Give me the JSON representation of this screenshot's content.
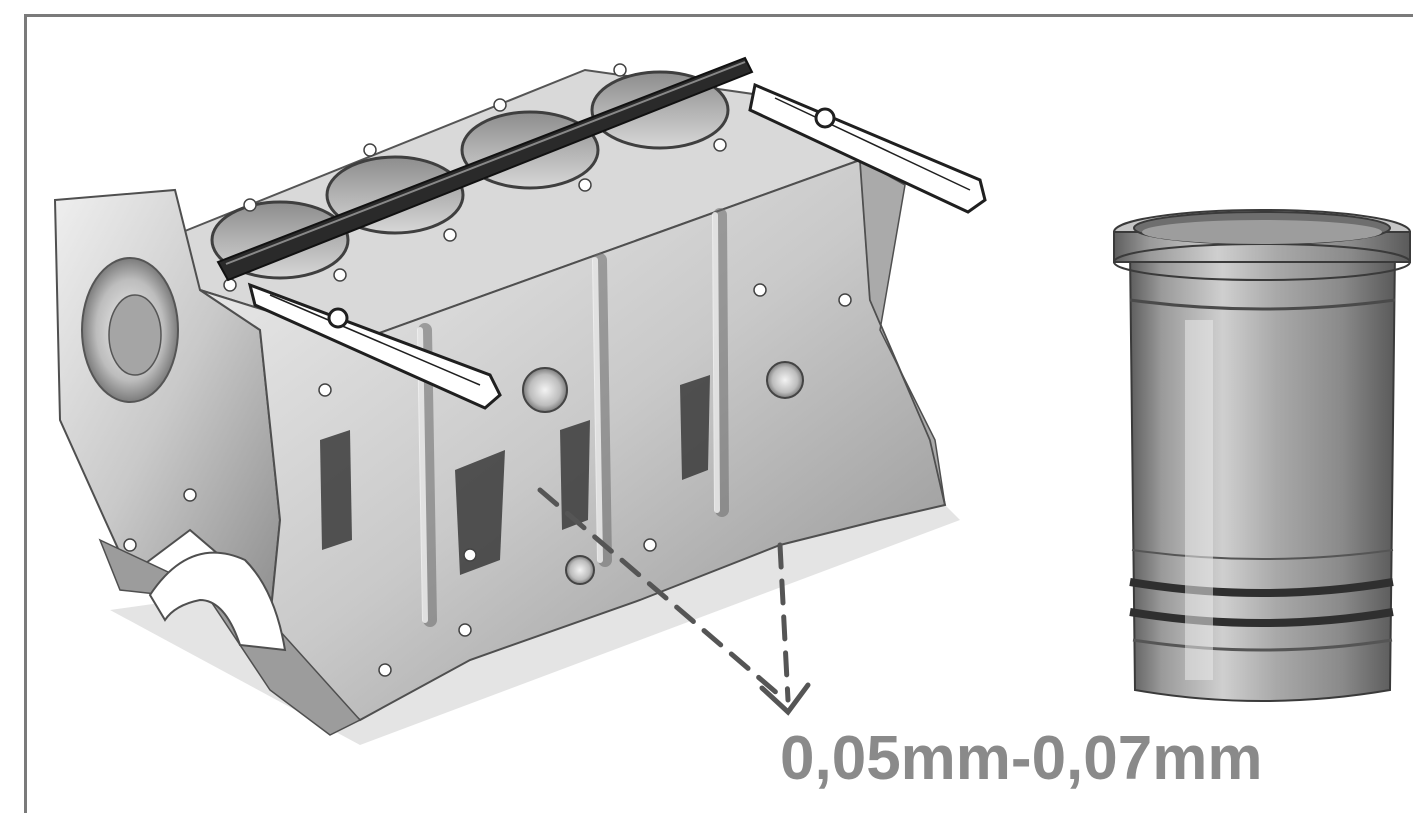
{
  "annotation": {
    "measurement_text": "0,05mm-0,07mm"
  },
  "colors": {
    "frame_border": "#7a7a7a",
    "annotation_text": "#8a8a8a",
    "metal_light": "#e2e2e2",
    "metal_mid": "#b9b9b9",
    "metal_dark": "#6f6f6f",
    "straightedge": "#2a2a2a"
  },
  "icons": {
    "engine_block": "engine-block-illustration",
    "cylinder_liner": "cylinder-liner-illustration",
    "straightedge": "straightedge-tool",
    "feeler_gauge": "feeler-gauge-tool",
    "arrow": "dashed-pointer-arrow"
  }
}
